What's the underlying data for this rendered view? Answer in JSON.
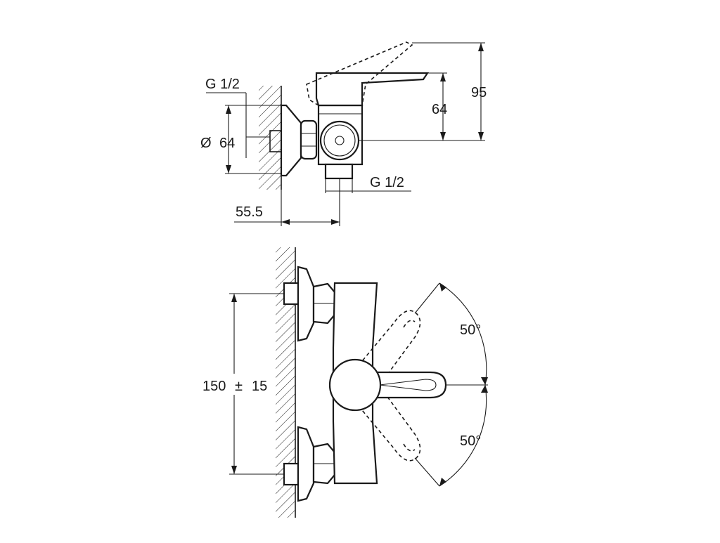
{
  "side_view": {
    "thread_inlet": "G 1/2",
    "diameter_symbol": "Ø",
    "diameter_value": "64",
    "thread_outlet": "G 1/2",
    "depth": "55.5",
    "handle_height": "64",
    "total_height": "95"
  },
  "front_view": {
    "spacing": "150",
    "tolerance_symbol": "±",
    "tolerance": "15",
    "angle_up": "50°",
    "angle_down": "50°"
  }
}
